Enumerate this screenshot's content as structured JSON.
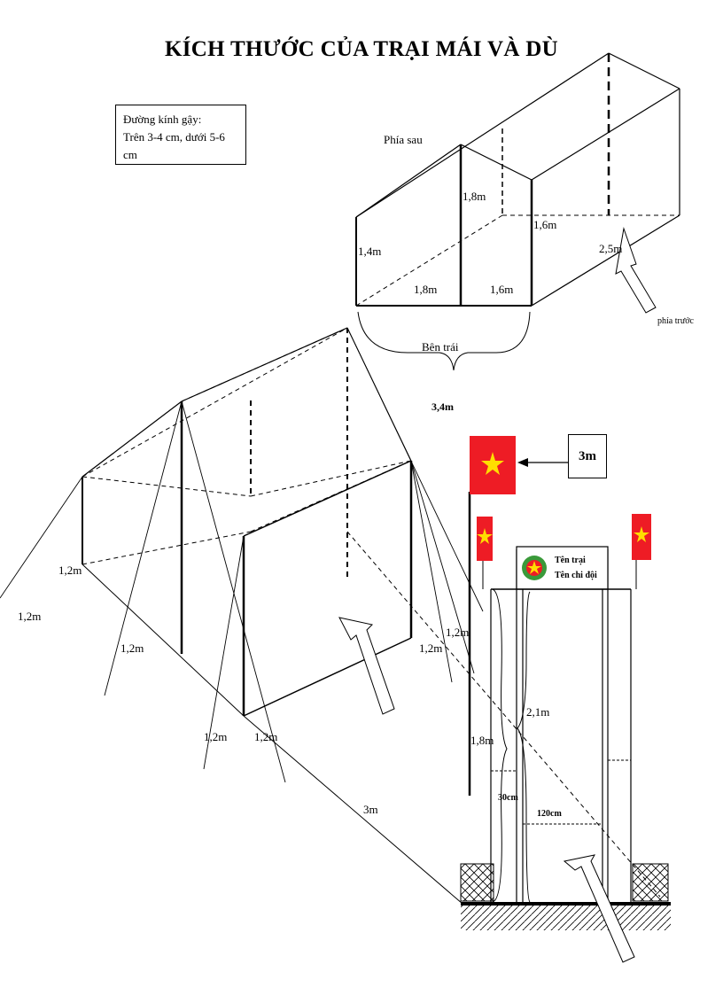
{
  "title": "KÍCH THƯỚC CỦA TRẠI MÁI VÀ DÙ",
  "note": {
    "line1": "Đường kính gậy:",
    "line2": "Trên 3-4 cm, dưới 5-6 cm"
  },
  "box_tent": {
    "back_label": "Phía sau",
    "front_label": "phía trước",
    "left_label": "Bên trái",
    "dim_left_height": "1,4m",
    "dim_mid_height": "1,8m",
    "dim_front_height": "1,6m",
    "dim_bottom_1": "1,8m",
    "dim_bottom_2": "1,6m",
    "dim_total": "3,4m",
    "dim_depth": "2,5m"
  },
  "roof_tent": {
    "dim_a": "1,2m",
    "dim_b": "1,2m",
    "dim_c": "1,2m",
    "dim_d": "1,2m",
    "dim_e": "1,2m",
    "dim_f": "1,2m",
    "dim_g": "1,2m",
    "dim_length": "3m"
  },
  "gate": {
    "flag_height": "3m",
    "camp_name": "Tên trại",
    "unit_name": "Tên chi đội",
    "dim_height_1": "1,8m",
    "dim_height_2": "2,1m",
    "dim_width_small": "30cm",
    "dim_width_large": "120cm"
  },
  "colors": {
    "flag_red": "#ee1c25",
    "star_yellow": "#ffde00",
    "badge_green": "#3a9a3a"
  }
}
